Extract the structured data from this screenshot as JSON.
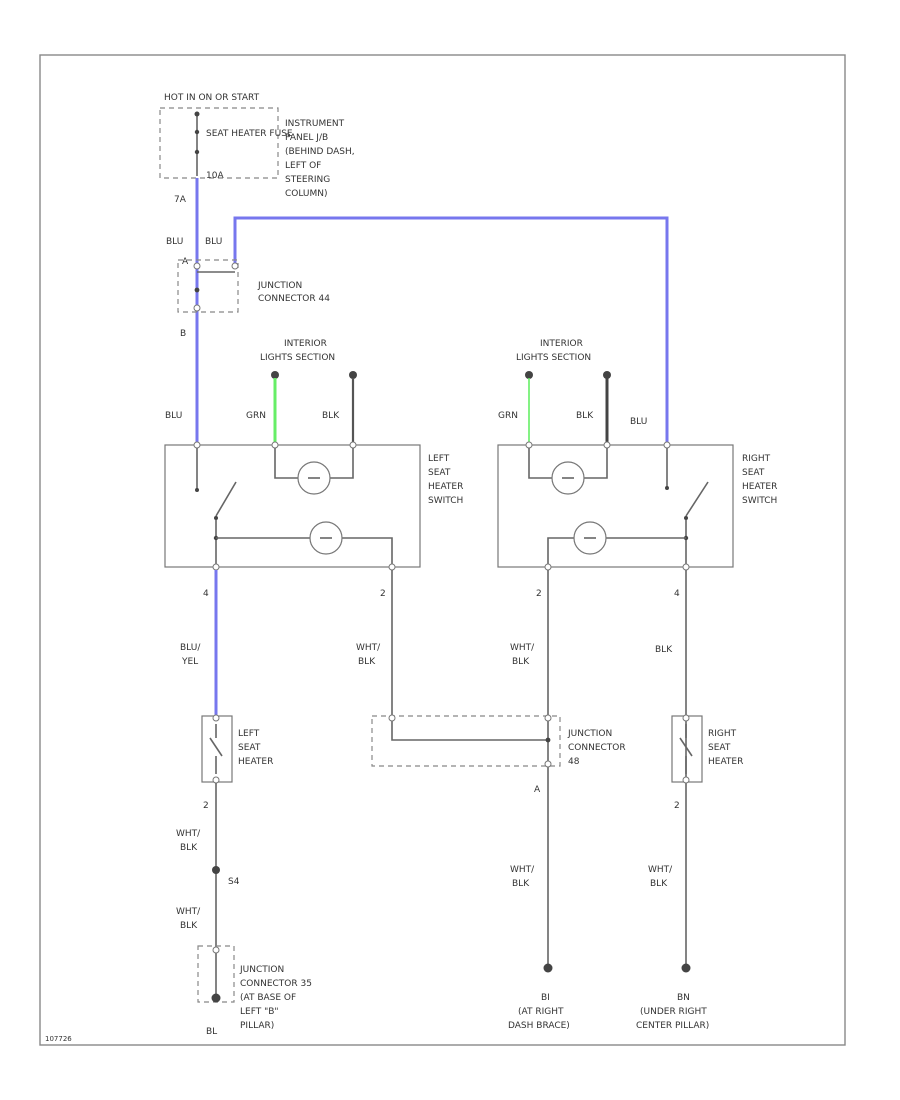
{
  "fuse_block": {
    "power_label": "HOT IN ON OR START",
    "fuse_name": "SEAT HEATER FUSE",
    "fuse_rating": "10A",
    "location": [
      "INSTRUMENT",
      "PANEL J/B",
      "(BEHIND DASH,",
      "LEFT OF",
      "STEERING",
      "COLUMN)"
    ],
    "pin": "7A"
  },
  "junction_44": {
    "name": [
      "JUNCTION",
      "CONNECTOR 44"
    ],
    "wire_left": "BLU",
    "wire_right": "BLU",
    "pin_a": "A",
    "pin_b": "B"
  },
  "left_switch": {
    "name": [
      "LEFT",
      "SEAT",
      "HEATER",
      "SWITCH"
    ],
    "illum_label": [
      "INTERIOR",
      "LIGHTS SECTION"
    ],
    "wires_top": [
      "BLU",
      "GRN",
      "BLK"
    ],
    "pin_left": "4",
    "pin_right": "2",
    "wire_bottom_left": [
      "BLU/",
      "YEL"
    ],
    "wire_bottom_right": [
      "WHT/",
      "BLK"
    ]
  },
  "right_switch": {
    "name": [
      "RIGHT",
      "SEAT",
      "HEATER",
      "SWITCH"
    ],
    "illum_label": [
      "INTERIOR",
      "LIGHTS SECTION"
    ],
    "wires_top": [
      "GRN",
      "BLK",
      "BLU"
    ],
    "pin_left": "2",
    "pin_right": "4",
    "wire_bottom_left": [
      "WHT/",
      "BLK"
    ],
    "wire_bottom_right": "BLK"
  },
  "left_heater": {
    "name": [
      "LEFT",
      "SEAT",
      "HEATER"
    ],
    "pin_out": "2",
    "wire_out": [
      "WHT/",
      "BLK"
    ],
    "splice": "S4",
    "wire_ground": [
      "WHT/",
      "BLK"
    ]
  },
  "junction_48": {
    "name": [
      "JUNCTION",
      "CONNECTOR",
      "48"
    ],
    "pin_out": "A",
    "wire_out": [
      "WHT/",
      "BLK"
    ]
  },
  "right_heater": {
    "name": [
      "RIGHT",
      "SEAT",
      "HEATER"
    ],
    "pin_out": "2",
    "wire_out": [
      "WHT/",
      "BLK"
    ]
  },
  "junction_35": {
    "name": [
      "JUNCTION",
      "CONNECTOR 35",
      "(AT BASE OF",
      "LEFT \"B\"",
      "PILLAR)"
    ]
  },
  "grounds": [
    {
      "id": "BL",
      "location": []
    },
    {
      "id": "BI",
      "location": [
        "(AT RIGHT",
        "DASH BRACE)"
      ]
    },
    {
      "id": "BN",
      "location": [
        "(UNDER RIGHT",
        "CENTER PILLAR)"
      ]
    }
  ],
  "footer_code": "107726"
}
